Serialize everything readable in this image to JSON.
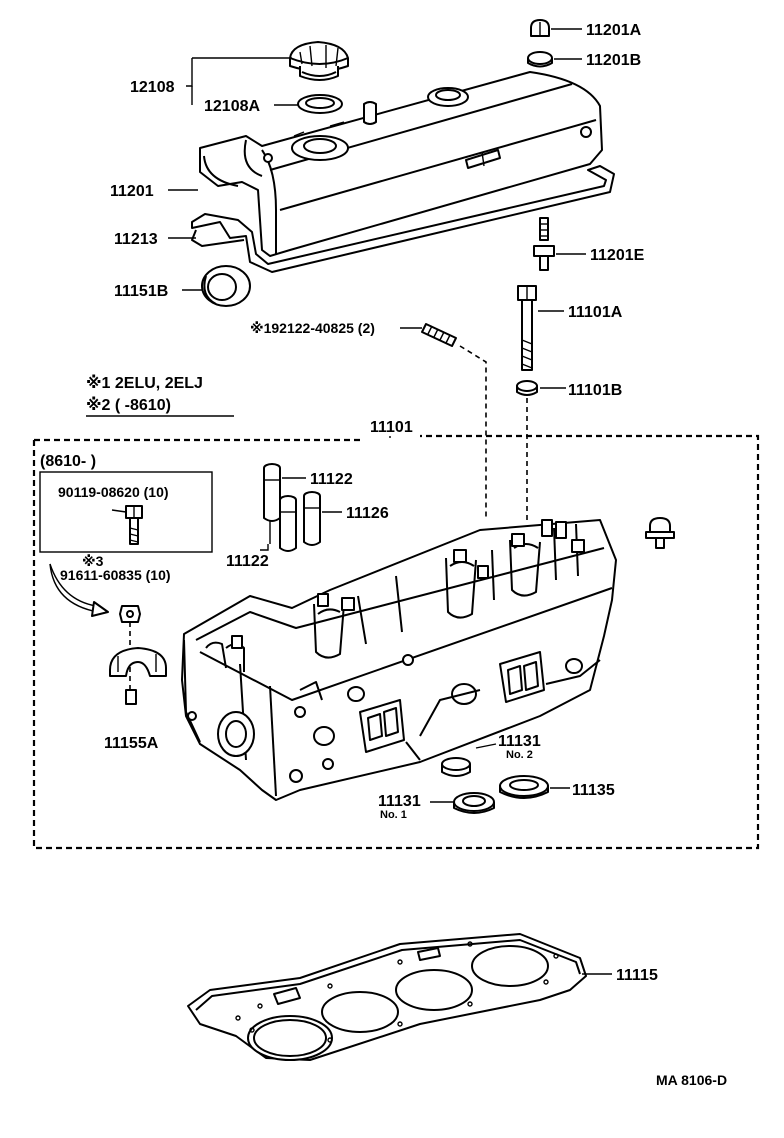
{
  "labels": {
    "p12108": "12108",
    "p12108A": "12108A",
    "p11201A": "11201A",
    "p11201B": "11201B",
    "p11201": "11201",
    "p11213": "11213",
    "p11151B": "11151B",
    "p11201E": "11201E",
    "p11101A": "11101A",
    "p11101B": "11101B",
    "p11101": "11101",
    "p11122a": "11122",
    "p11122b": "11122",
    "p11126": "11126",
    "p11155A": "11155A",
    "p11131n2": "11131",
    "p11131n2sub": "No. 2",
    "p11131n1": "11131",
    "p11131n1sub": "No. 1",
    "p11135": "11135",
    "p11115": "11115",
    "stud": "※192122-40825 (2)",
    "note1": "※1 2ELU,  2ELJ",
    "note2": "※2 (        -8610)",
    "range": "(8610-          )",
    "bolt": "90119-08620 (10)",
    "mark3": "※3",
    "bolt2": "91611-60835 (10)",
    "code": "MA  8106-D"
  }
}
